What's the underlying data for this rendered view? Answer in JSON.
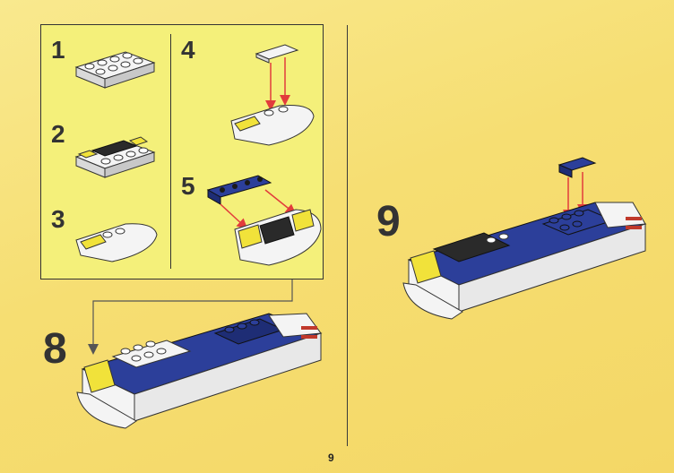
{
  "steps": {
    "sub1": "1",
    "sub2": "2",
    "sub3": "3",
    "sub4": "4",
    "sub5": "5",
    "main8": "8",
    "main9": "9"
  },
  "page": {
    "number": "9"
  },
  "colors": {
    "background": "#f7e07a",
    "subpanel": "#f4f07a",
    "brick_white": "#f2f2f2",
    "brick_blue": "#2c3f9a",
    "brick_black": "#222222",
    "brick_yellow_trans": "#f1e23a",
    "arrow_red": "#e23c3c"
  }
}
